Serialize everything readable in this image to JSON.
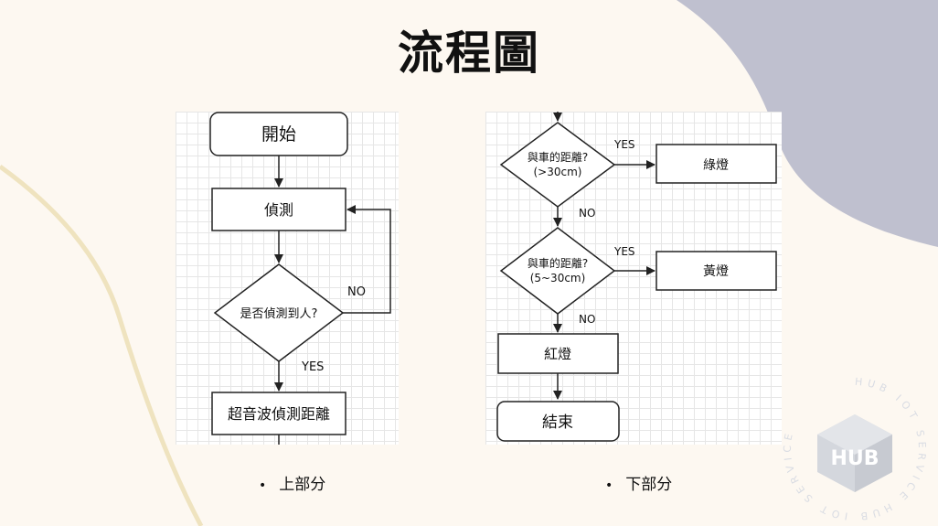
{
  "slide": {
    "title": "流程圖",
    "captions": {
      "top": "上部分",
      "bottom": "下部分"
    }
  },
  "colors": {
    "background": "#fdf8f1",
    "blob": "#bfc0cf",
    "curve": "#efe3bf",
    "line": "#222222"
  },
  "top_flow": {
    "start": "開始",
    "detect": "偵測",
    "decision": "是否偵測到人?",
    "no_label": "NO",
    "yes_label": "YES",
    "measure": "超音波偵測距離"
  },
  "bottom_flow": {
    "decision1_line1": "與車的距離?",
    "decision1_line2": "(>30cm)",
    "yes1": "YES",
    "no1": "NO",
    "green": "綠燈",
    "decision2_line1": "與車的距離?",
    "decision2_line2": "(5~30cm)",
    "yes2": "YES",
    "no2": "NO",
    "yellow": "黃燈",
    "red": "紅燈",
    "end": "結束"
  },
  "logo": {
    "ring_text": "HUB IOT SERVICE HUB IOT SERVICE",
    "mark_letters": "HUB",
    "icon": "hub-cube-icon"
  }
}
